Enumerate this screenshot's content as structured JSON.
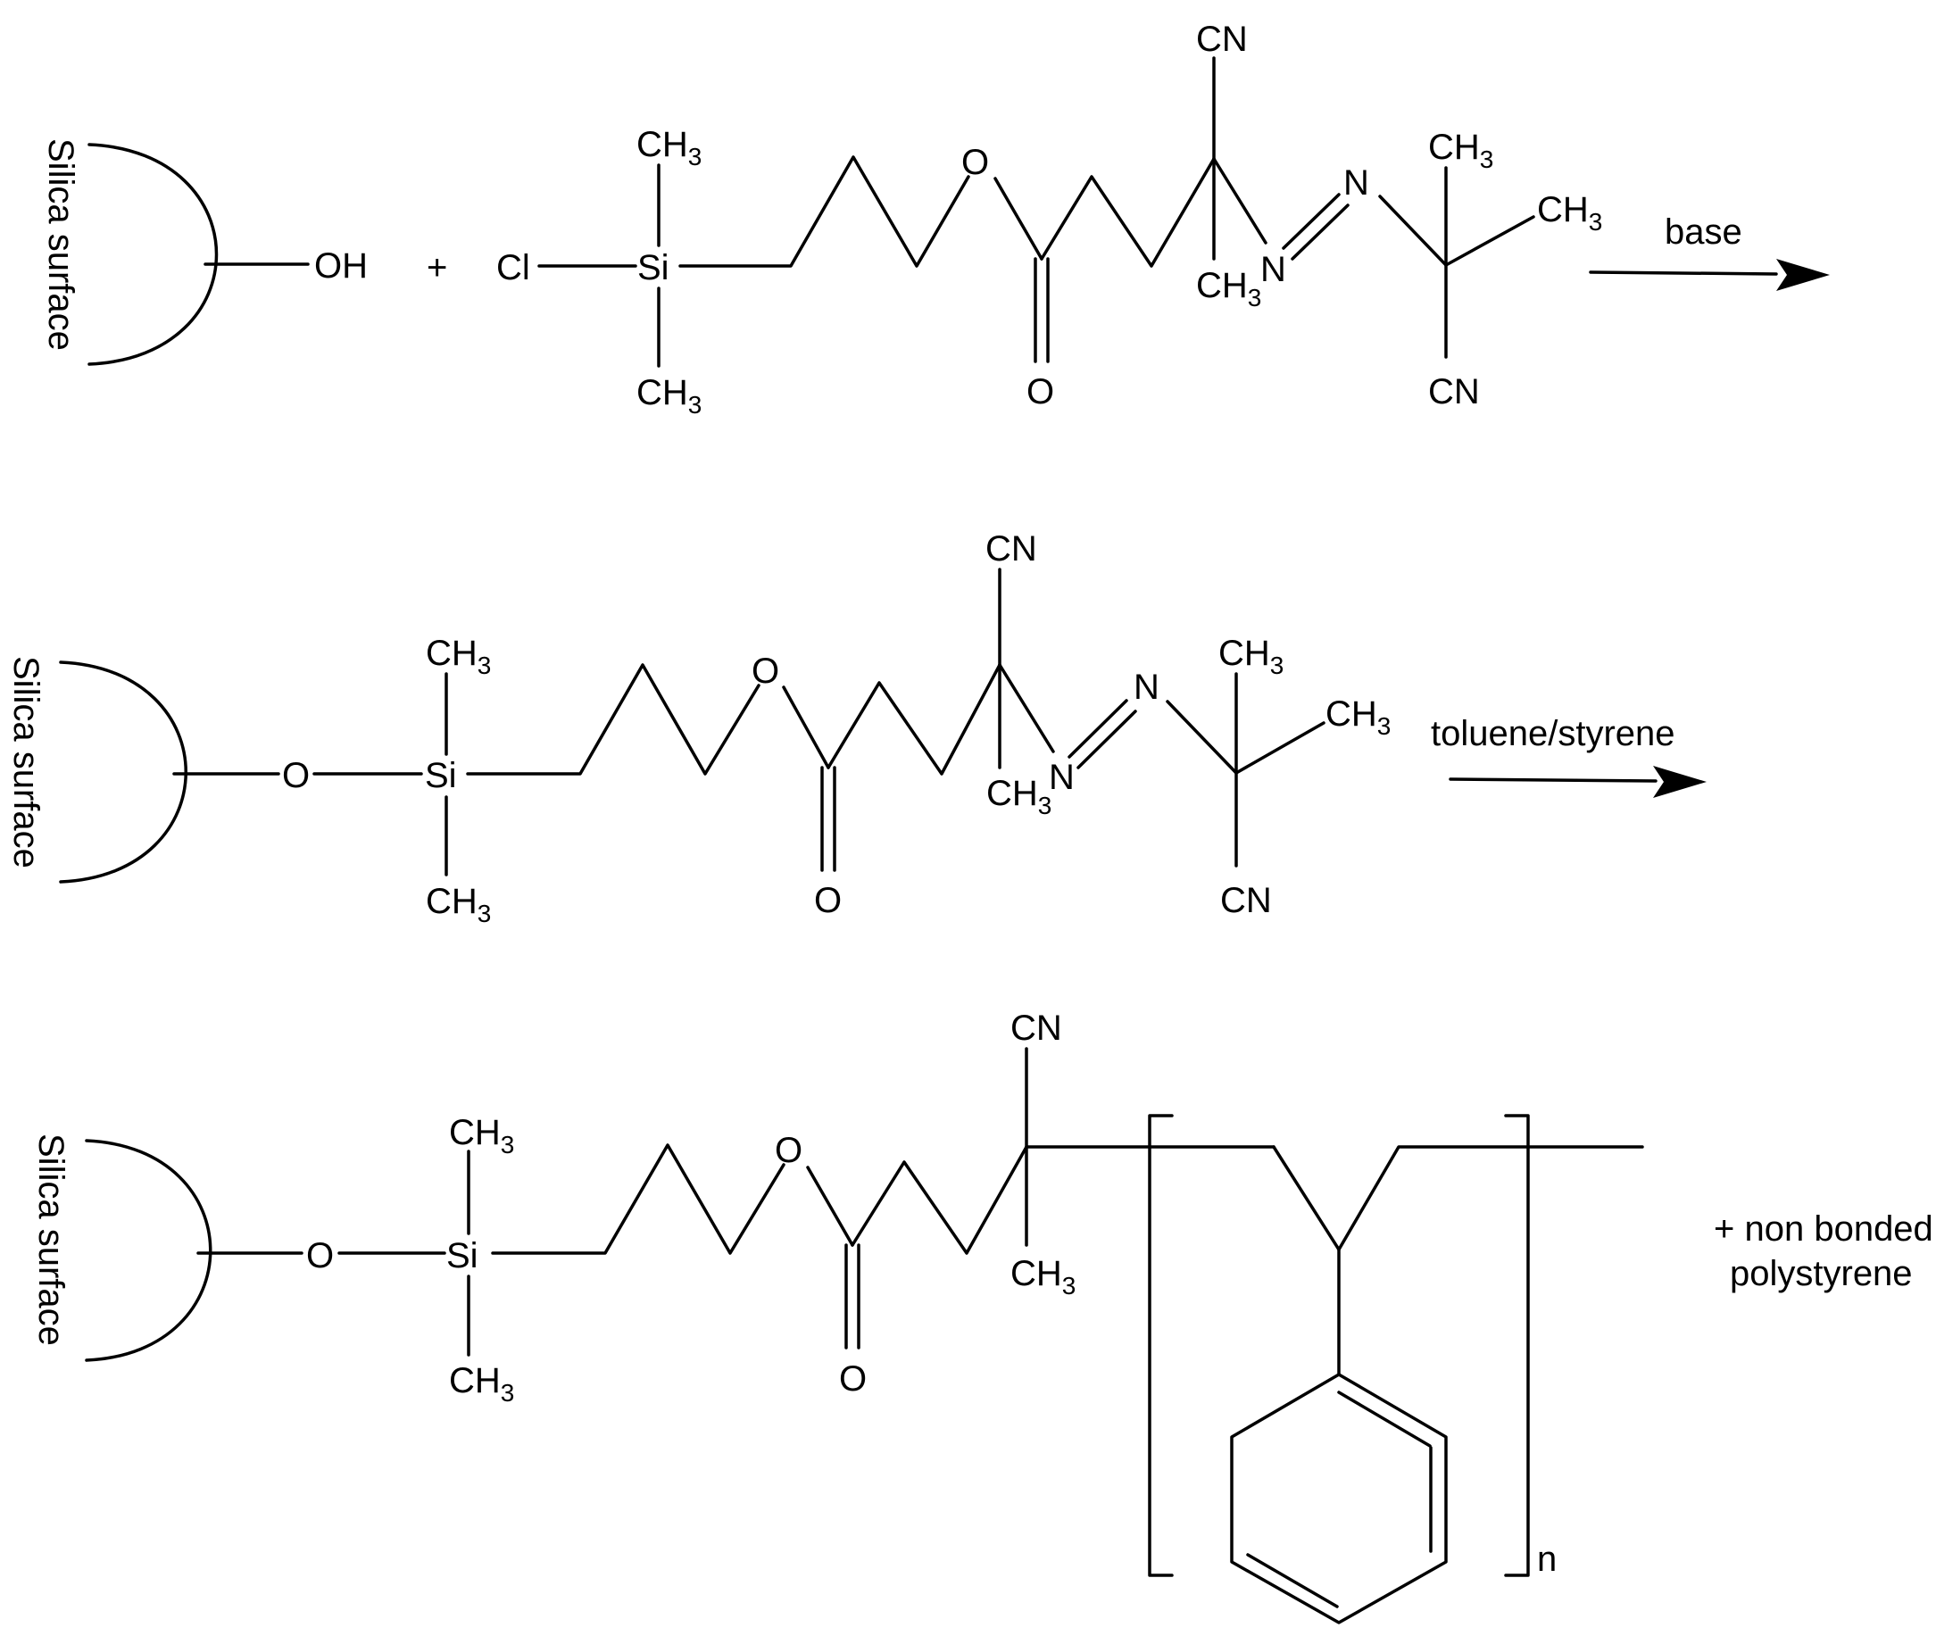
{
  "labels": {
    "surface": "Silica surface",
    "oh": "OH",
    "plus": "+",
    "cl": "Cl",
    "si": "Si",
    "o": "O",
    "n": "N",
    "cn": "CN",
    "ch": "CH",
    "three": "3",
    "n_repeat": "n"
  },
  "reagents": {
    "step1": "base",
    "step2": "toluene/styrene"
  },
  "byproduct": {
    "line1": "+ non bonded",
    "line2": "polystyrene"
  },
  "colors": {
    "ink": "#000000",
    "background": "#ffffff"
  }
}
